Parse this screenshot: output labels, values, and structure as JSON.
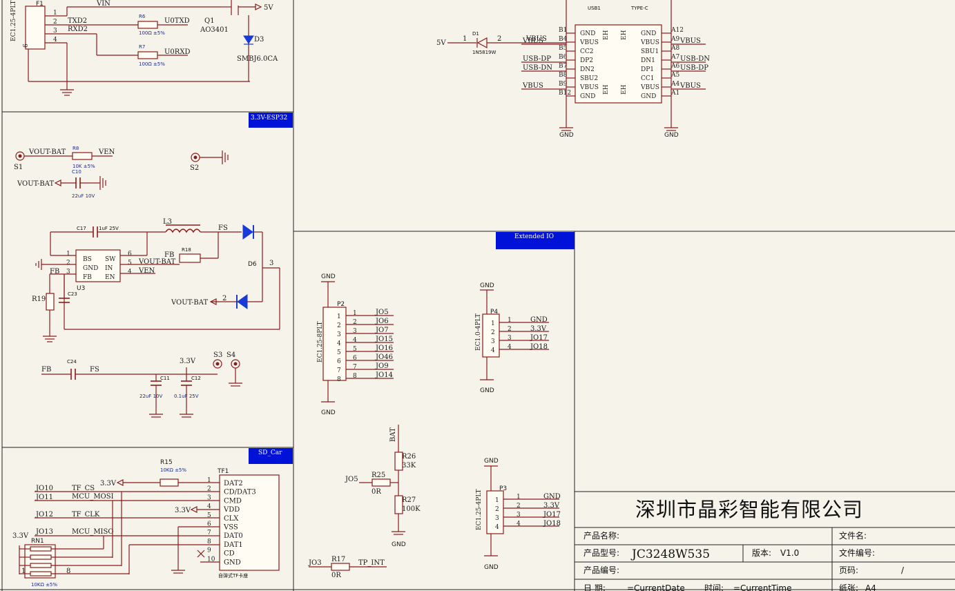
{
  "sections": {
    "esp32": "3.3V-ESP32",
    "extended_io": "Extended IO",
    "sd_card": "SD_Car"
  },
  "company": "深圳市晶彩智能有限公司",
  "title_block": {
    "product_name_label": "产品名称:",
    "product_model_label": "产品型号:",
    "product_model_value": "JC3248W535",
    "version_label": "版本:",
    "version_value": "V1.0",
    "product_code_label": "产品编号:",
    "file_name_label": "文件名:",
    "file_code_label": "文件编号:",
    "page_label": "页码:",
    "page_sep": "/",
    "date_label": "日   期:",
    "date_value": "=CurrentDate",
    "time_label": "时间:",
    "time_value": "=CurrentTime",
    "paper_label": "纸张:",
    "paper_value": "A4"
  },
  "top_left": {
    "conn_ref": "F1",
    "conn_part": "EC1.25-4PLT",
    "pins": [
      "1",
      "2",
      "3",
      "4"
    ],
    "vin": "VIN",
    "txd2": "TXD2",
    "rxd2": "RXD2",
    "r6": "R6",
    "r6_val": "100Ω ±5%",
    "r7": "R7",
    "r7_val": "100Ω ±5%",
    "u0txd": "U0TXD",
    "u0rxd": "U0RXD",
    "q1": "Q1",
    "q1_part": "AO3401",
    "d3": "D3",
    "d3_part": "SMBJ6.0CA",
    "v5": "5V",
    "pin6": "6"
  },
  "usb": {
    "ref": "USB1",
    "type": "TYPE-C",
    "left_pins": [
      "GND",
      "VBUS",
      "CC2",
      "DP2",
      "DN2",
      "SBU2",
      "VBUS",
      "GND"
    ],
    "left_nums": [
      "B1",
      "B4",
      "B5",
      "B6",
      "B7",
      "B8",
      "B9",
      "B12"
    ],
    "right_pins": [
      "GND",
      "VBUS",
      "SBU1",
      "DN1",
      "DP1",
      "CC1",
      "VBUS",
      "GND"
    ],
    "right_nums": [
      "A12",
      "A9",
      "A8",
      "A7",
      "A6",
      "A5",
      "A4",
      "A1"
    ],
    "eh": "EH",
    "left_nets": [
      "",
      "VBUS",
      "",
      "USB-DP",
      "USB-DN",
      "",
      "VBUS",
      ""
    ],
    "right_nets": [
      "",
      "VBUS",
      "",
      "USB-DN",
      "USB-DP",
      "",
      "VBUS",
      ""
    ],
    "gnd": "GND",
    "d1": "D1",
    "d1_part": "1N5819W",
    "d1_p1": "1",
    "d1_p2": "2",
    "v5": "5V",
    "vbus": "VBUS"
  },
  "esp": {
    "s1": "S1",
    "s2": "S2",
    "vout_bat": "VOUT-BAT",
    "r8": "R8",
    "r8_val": "10K ±5%",
    "ven": "VEN",
    "c10": "C10",
    "c10_val": "22uF 10V",
    "c17": "C17",
    "c17_val": "1uF 25V",
    "l3": "L3",
    "fs": "FS",
    "u3": "U3",
    "u3_pins_left": [
      "BS",
      "GND",
      "FB"
    ],
    "u3_pins_right": [
      "SW",
      "IN",
      "EN"
    ],
    "u3_nums_left": [
      "1",
      "2",
      "3"
    ],
    "u3_nums_right": [
      "6",
      "5",
      "4"
    ],
    "vout_bat2": "VOUT-BAT",
    "ven2": "VEN",
    "fb": "FB",
    "r18": "R18",
    "d6": "D6",
    "d6_p3": "3",
    "d6_p2": "2",
    "r19": "R19",
    "c23": "C23",
    "c24": "C24",
    "fb2": "FB",
    "fs2": "FS",
    "v33": "3.3V",
    "c11": "C11",
    "c11_val": "22uF 10V",
    "c12": "C12",
    "c12_val": "0.1uF 25V",
    "s3": "S3",
    "s4": "S4"
  },
  "sd": {
    "r15": "R15",
    "r15_val": "10KΩ ±5%",
    "tf1": "TF1",
    "v33": "3.3V",
    "nets_left": [
      "JO10",
      "JO11",
      "JO12",
      "JO13"
    ],
    "sig": [
      "TF_CS",
      "MCU_MOSI",
      "TF_CLK",
      "MCU_MISO"
    ],
    "pins": [
      "DAT2",
      "CD/DAT3",
      "CMD",
      "VDD",
      "CLX",
      "VSS",
      "DAT0",
      "DAT1",
      "CD",
      "GND"
    ],
    "nums": [
      "1",
      "2",
      "3",
      "4",
      "5",
      "6",
      "7",
      "8",
      "9",
      "10"
    ],
    "tf_desc": "自弹式TF卡座",
    "rn1": "RN1",
    "rn1_val": "10KΩ ±5%",
    "rn_p1": "1",
    "rn_p8": "8"
  },
  "ext": {
    "p2": "P2",
    "p2_part": "EC1.25-8PLT",
    "p2_nums": [
      "1",
      "2",
      "3",
      "4",
      "5",
      "6",
      "7",
      "8"
    ],
    "p2_nets": [
      "JO5",
      "JO6",
      "JO7",
      "JO15",
      "JO16",
      "JO46",
      "JO9",
      "JO14"
    ],
    "p4": "P4",
    "p4_part": "EC1.0-4PLT",
    "p4_nets": [
      "GND",
      "3.3V",
      "JO17",
      "JO18"
    ],
    "p3": "P3",
    "p3_part": "EC1.25-4PLT",
    "p3_nets": [
      "GND",
      "3.3V",
      "JO17",
      "JO18"
    ],
    "nums4": [
      "1",
      "2",
      "3",
      "4"
    ],
    "gnd": "GND",
    "bat": "BAT",
    "r26": "R26",
    "r26_val": "33K",
    "r25": "R25",
    "r25_val": "0R",
    "r27": "R27",
    "r27_val": "100K",
    "jo5": "JO5",
    "r17": "R17",
    "r17_val": "0R",
    "jo3": "JO3",
    "tp_int": "TP_INT"
  },
  "colors": {
    "wire": "#8b1a1a",
    "label_bg": "#0011d8",
    "paper": "#f5f3ea"
  }
}
